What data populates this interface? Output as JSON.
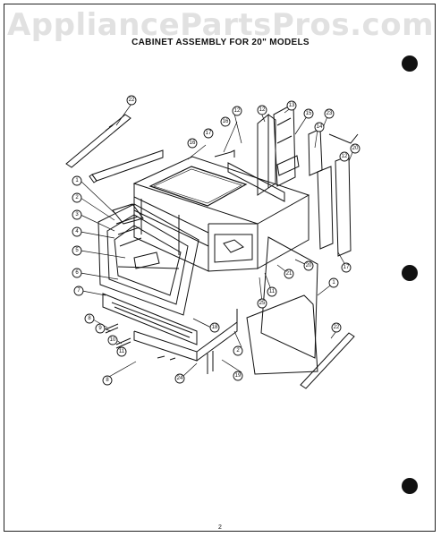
{
  "watermark": "AppliancePartsPros.com",
  "title": "CABINET ASSEMBLY FOR 20\" MODELS",
  "page_number": "2",
  "callouts": [
    "1",
    "2",
    "3",
    "4",
    "5",
    "6",
    "7",
    "8",
    "9",
    "10",
    "11",
    "12",
    "13",
    "14",
    "15",
    "16",
    "17",
    "18",
    "19",
    "20",
    "21",
    "22",
    "23",
    "24",
    "25"
  ]
}
